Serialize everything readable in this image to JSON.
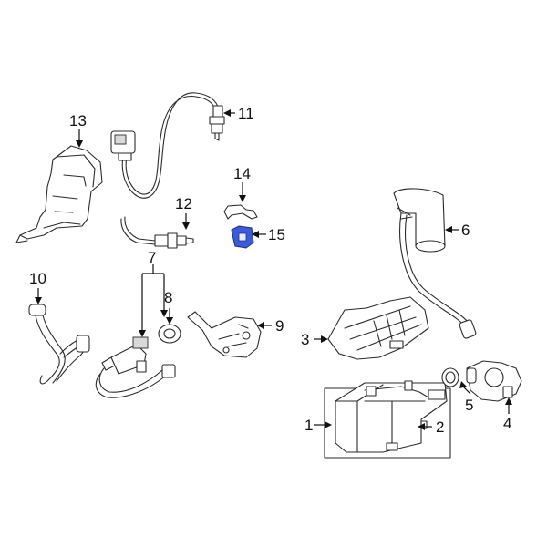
{
  "callouts": {
    "c1": "1",
    "c2": "2",
    "c3": "3",
    "c4": "4",
    "c5": "5",
    "c6": "6",
    "c7": "7",
    "c8": "8",
    "c9": "9",
    "c10": "10",
    "c11": "11",
    "c12": "12",
    "c13": "13",
    "c14": "14",
    "c15": "15"
  },
  "highlight_color": "#3b5bd9",
  "highlighted_part": "15"
}
